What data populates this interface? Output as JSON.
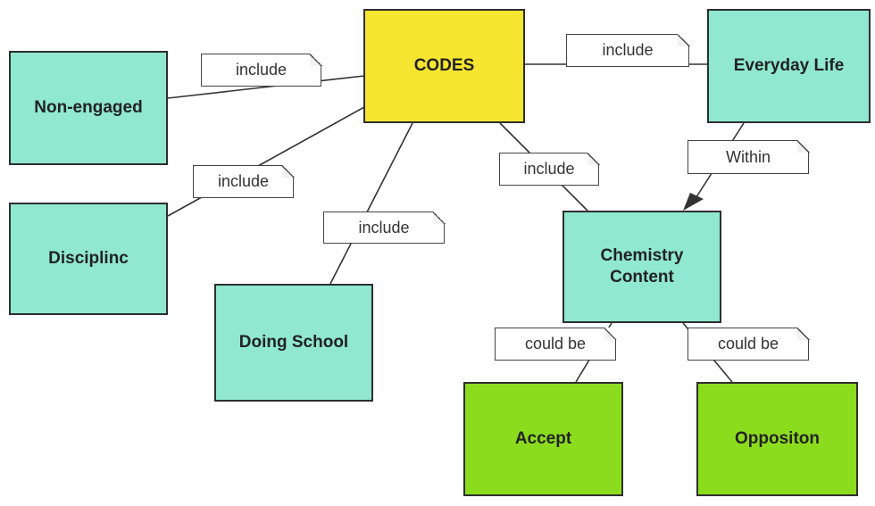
{
  "nodes": {
    "codes": "CODES",
    "non_engaged": "Non-engaged",
    "discipline": "Disciplinc",
    "doing_school": "Doing School",
    "everyday_life": "Everyday Life",
    "chemistry_content": "Chemistry\nContent",
    "accept": "Accept",
    "opposition": "Oppositon"
  },
  "labels": {
    "include_1": "include",
    "include_2": "include",
    "include_3": "include",
    "include_4": "include",
    "include_5": "include",
    "within": "Within",
    "could_be_1": "could be",
    "could_be_2": "could be"
  },
  "colors": {
    "codes": "#f7e630",
    "category": "#8fe8cf",
    "outcome": "#8cdc1e"
  }
}
